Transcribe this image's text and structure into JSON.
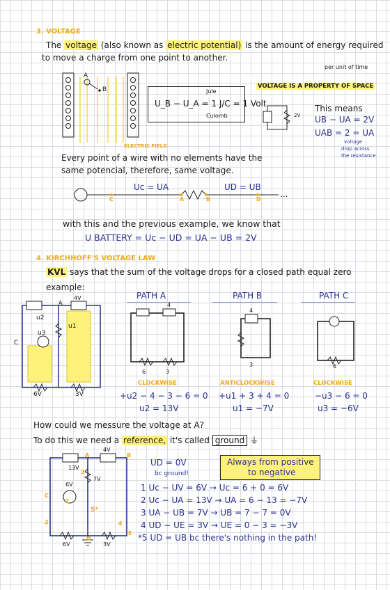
{
  "sec3": {
    "title": "3. VOLTAGE",
    "p1_a": "The",
    "p1_voltage": "voltage",
    "p1_b": "(also known as",
    "p1_ep": "electric potential)",
    "p1_c": "is the amount of energy required",
    "p1_line2": "to move a charge from one point to another.",
    "p1_note": "per unit of time",
    "pointA": "A",
    "pointB": "B",
    "efield": "ELECTRIC FIELD",
    "formula": "U_B − U_A = 1 J/C = 1 Volt",
    "f_main": "U",
    "f_jule": "Jule",
    "f_culomb": "Culomb",
    "f_eq": "= 1 Volt",
    "tag": "VOLTAGE IS A PROPERTY OF SPACE",
    "means": "This means",
    "m1": "UB − UA = 2V",
    "m2": "UAB = 2 = UA",
    "m_note1": "voltage",
    "m_note2": "drop across",
    "m_note3": "the resistance",
    "v2": "2V",
    "wire1": "Every point of a wire with no elements have the",
    "wire2": "same potencial, therefore, same voltage.",
    "uc_ua": "Uc = UA",
    "ud_ub": "UD = UB",
    "lc": "C",
    "la": "A",
    "lb": "B",
    "ld": "D",
    "dots": "...",
    "prev": "with this and the previous example, we know that",
    "ubatt": "U BATTERY = Uc − UD = UA − UB = 2V"
  },
  "sec4": {
    "title": "4. KIRCHHOFF'S VOLTAGE LAW",
    "kvl": "KVL",
    "kvl_text": "says that the sum of the voltage drops for a closed path equal zero",
    "example": "example:",
    "pathA": "PATH A",
    "pathB": "PATH B",
    "pathC": "PATH C",
    "cw": "CLOCKWISE",
    "acw": "ANTICLOCKWISE",
    "cw2": "CLOCKWISE",
    "eqA1": "+u2 − 4 − 3 − 6 = 0",
    "eqA2": "u2 = 13V",
    "eqB1": "+u1 + 3 + 4 = 0",
    "eqB2": "u1 = −7V",
    "eqC1": "−u3 − 6 = 0",
    "eqC2": "u3 = −6V",
    "c4v": "4V",
    "cA": "A",
    "cu2": "u2",
    "cu1": "u1",
    "cu3": "u3",
    "cC": "C",
    "c6v": "6V",
    "c3v": "3V",
    "pA4": "4",
    "pA6": "6",
    "pA3": "3",
    "pB4": "4",
    "pB3": "3",
    "pC6": "6"
  },
  "ground": {
    "q": "How could we messure the voltage at A?",
    "ref_a": "To do this we need a",
    "ref": "reference,",
    "ref_b": "it's called",
    "ground": "ground",
    "always1": "Always from positive",
    "always2": "to negative",
    "ud0": "UD = 0V",
    "bc": "bc ground!",
    "s1": "1 Uc − UV = 6V → Uc = 6 + 0 = 6V",
    "s2": "2 Uc − UA = 13V → UA = 6 − 13 = −7V",
    "s3": "3 UA − UB = 7V → UB = 7 − 7 = 0V",
    "s4": "4 UD − UE = 3V → UE = 0 − 3 = −3V",
    "s5": "*5 UD = UB bc there's nothing in the path!",
    "g4v": "4V",
    "g13v": "13V",
    "g7v": "7V",
    "g6v": "6V",
    "g6v2": "6V",
    "g3v": "3V",
    "gA": "A",
    "gB": "B",
    "gC": "C",
    "gD": "D",
    "gE": "E",
    "g5": "5*",
    "g1": "1",
    "g2": "2",
    "g3": "3",
    "g4": "4"
  },
  "colors": {
    "navy": "#2a2f8f",
    "yellow": "#fff27a",
    "orange": "#f0a818"
  }
}
